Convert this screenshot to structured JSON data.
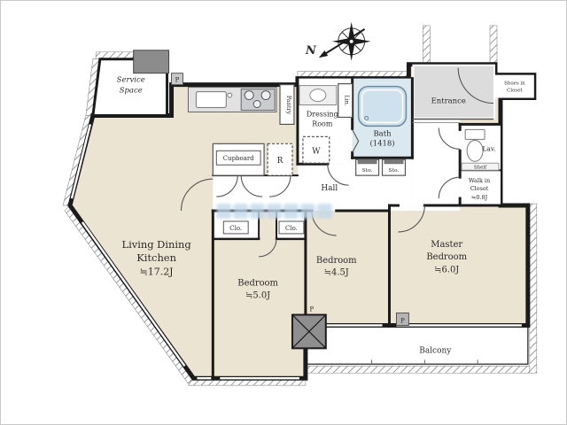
{
  "compass": {
    "north_label": "N"
  },
  "rooms": {
    "service_space": {
      "line1": "Service",
      "line2": "Space"
    },
    "living_dining_kitchen": {
      "line1": "Living Dining",
      "line2": "Kitchen",
      "line3": "≒17.2J"
    },
    "bedroom_5": {
      "line1": "Bedroom",
      "line2": "≒5.0J"
    },
    "bedroom_45": {
      "line1": "Bedroom",
      "line2": "≒4.5J"
    },
    "master_bedroom": {
      "line1": "Master",
      "line2": "Bedroom",
      "line3": "≒6.0J"
    },
    "dressing_room": {
      "line1": "Dressing",
      "line2": "Room"
    },
    "bath": {
      "line1": "Bath",
      "line2": "(1418)"
    },
    "entrance": {
      "label": "Entrance"
    },
    "lavatory": {
      "label": "Lav."
    },
    "walk_in_closet": {
      "line1": "Walk in",
      "line2": "Closet",
      "line3": "≒0.8J"
    },
    "hall": {
      "label": "Hall"
    },
    "balcony": {
      "label": "Balcony"
    },
    "shoes_closet": {
      "line1": "Shoes in",
      "line2": "Closet"
    }
  },
  "fixtures": {
    "cupboard": "Cupboard",
    "refrigerator": "R",
    "washing_machine": "W",
    "pantry": "Pantry",
    "linen": "Lin.",
    "shelf": "Shelf",
    "storage_left": "Sto.",
    "storage_right": "Sto.",
    "closet_left": "Clo.",
    "closet_right": "Clo.",
    "pipe_space_1": "P",
    "pipe_space_2": "P",
    "pipe_space_3": "P"
  },
  "colors": {
    "room_fill": "#ece4d2",
    "bath_fill": "#dce8f0",
    "tub_fill": "#cfe1ec",
    "wall": "#1b1b1b",
    "gray_block": "#8c8c8c",
    "watermark": "#c2d9ec"
  }
}
